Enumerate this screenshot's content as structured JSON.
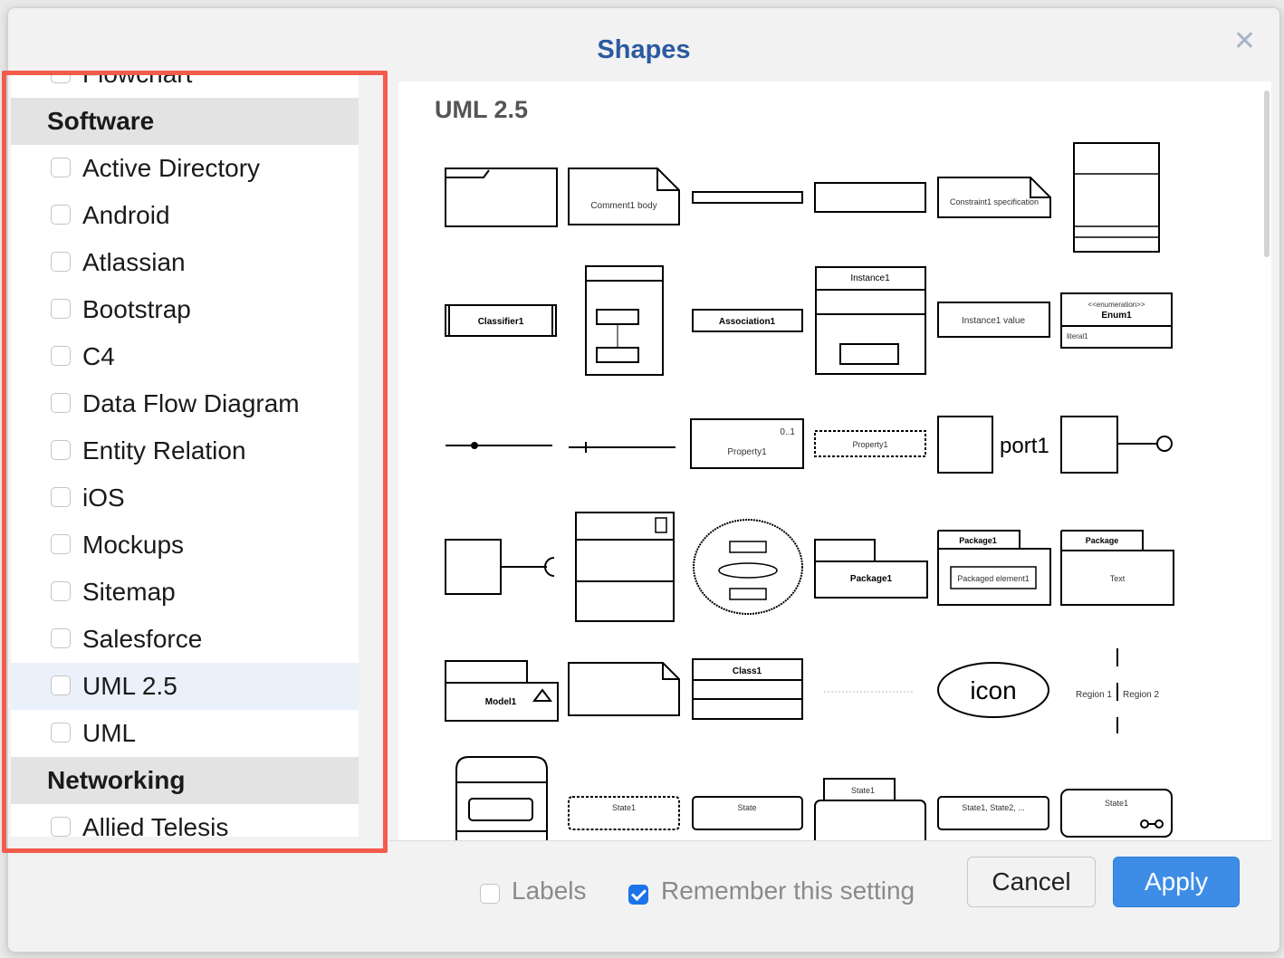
{
  "dialog": {
    "title": "Shapes"
  },
  "sidebar": {
    "partial_top": "Flowchart",
    "sections": [
      {
        "header": "Software",
        "items": [
          {
            "label": "Active Directory",
            "checked": false
          },
          {
            "label": "Android",
            "checked": false
          },
          {
            "label": "Atlassian",
            "checked": false
          },
          {
            "label": "Bootstrap",
            "checked": false
          },
          {
            "label": "C4",
            "checked": false
          },
          {
            "label": "Data Flow Diagram",
            "checked": false
          },
          {
            "label": "Entity Relation",
            "checked": false
          },
          {
            "label": "iOS",
            "checked": false
          },
          {
            "label": "Mockups",
            "checked": false
          },
          {
            "label": "Sitemap",
            "checked": false
          },
          {
            "label": "Salesforce",
            "checked": false
          },
          {
            "label": "UML 2.5",
            "checked": false,
            "selected": true
          },
          {
            "label": "UML",
            "checked": false
          }
        ]
      },
      {
        "header": "Networking",
        "items": [
          {
            "label": "Allied Telesis",
            "checked": false
          }
        ]
      }
    ]
  },
  "preview": {
    "title": "UML 2.5",
    "texts": {
      "comment": "Comment1 body",
      "constraint": "Constraint1 specification",
      "classifier": "Classifier1",
      "association": "Association1",
      "instance": "Instance1",
      "instance_value": "Instance1 value",
      "enum_stereo": "<<enumeration>>",
      "enum": "Enum1",
      "literal": "literal1",
      "property": "Property1",
      "multiplicity": "0..1",
      "port": "port1",
      "package": "Package1",
      "package_tab": "Package",
      "packaged_element": "Packaged element1",
      "text": "Text",
      "model": "Model1",
      "class": "Class1",
      "icon": "icon",
      "region1": "Region 1",
      "region2": "Region 2",
      "state1": "State1",
      "state": "State",
      "state_list": "State1, State2, ..."
    }
  },
  "footer": {
    "labels_text": "Labels",
    "labels_checked": false,
    "remember_text": "Remember this setting",
    "remember_checked": true,
    "cancel": "Cancel",
    "apply": "Apply"
  },
  "colors": {
    "accent": "#3d8de6",
    "title": "#2b5aa0",
    "highlight": "#f35b4c"
  }
}
